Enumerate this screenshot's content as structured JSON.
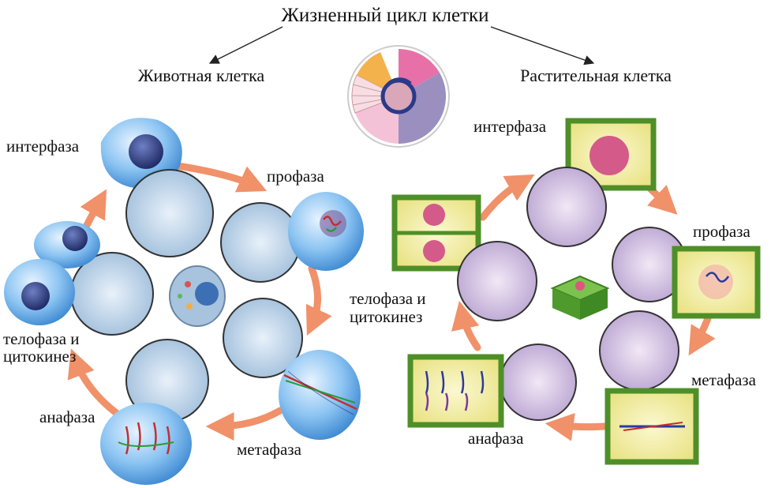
{
  "title": "Жизненный цикл клетки",
  "animal": {
    "heading": "Животная клетка",
    "phases": {
      "interphase": "интерфаза",
      "prophase": "профаза",
      "metaphase": "метафаза",
      "anaphase": "анафаза",
      "telophase_line1": "телофаза и",
      "telophase_line2": "цитокинез"
    }
  },
  "plant": {
    "heading": "Растительная клетка",
    "phases": {
      "interphase": "интерфаза",
      "prophase": "профаза",
      "metaphase": "метафаза",
      "anaphase": "анафаза",
      "telophase_line1": "телофаза и",
      "telophase_line2": "цитокинез"
    }
  },
  "colors": {
    "flow_arrow": "#f0916a",
    "animal_cell": "#5fa9e6",
    "animal_nucleus": "#1e2f7a",
    "plant_wall": "#4e8f28",
    "plant_fill": "#f3ee9a",
    "micrograph_animal": "#c9dcef",
    "micrograph_plant": "#d8c8e6",
    "cycle_pink": "#e870a8",
    "cycle_lilac": "#9b8fbf",
    "cycle_light": "#f4c2d6"
  }
}
